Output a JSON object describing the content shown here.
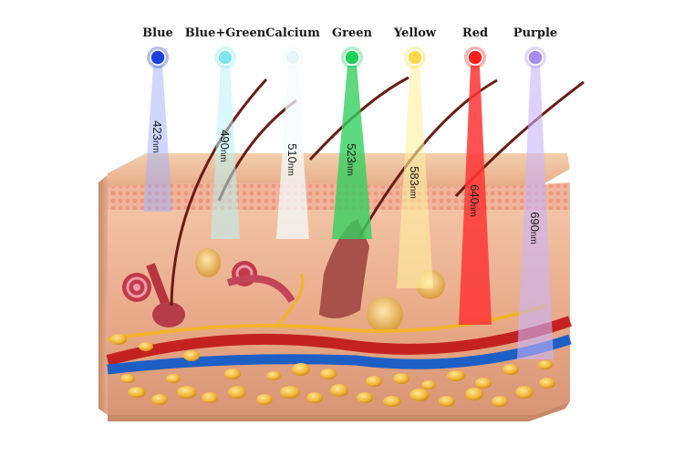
{
  "lights": [
    {
      "name": "Blue",
      "wavelength": "423",
      "unit": "nm",
      "color": "#1d3fe0",
      "beam": "#9fb0ff"
    },
    {
      "name": "Blue+Green",
      "wavelength": "490",
      "unit": "nm",
      "color": "#7fe6ee",
      "beam": "#b8f3f5"
    },
    {
      "name": "Calcium",
      "wavelength": "510",
      "unit": "nm",
      "color": "#eaf6fb",
      "beam": "#f4fbff"
    },
    {
      "name": "Green",
      "wavelength": "523",
      "unit": "nm",
      "color": "#1fd05a",
      "beam": "#35d060"
    },
    {
      "name": "Yellow",
      "wavelength": "583",
      "unit": "nm",
      "color": "#ffd84a",
      "beam": "#fff0a0"
    },
    {
      "name": "Red",
      "wavelength": "640",
      "unit": "nm",
      "color": "#ff1f1f",
      "beam": "#ff3535"
    },
    {
      "name": "Purple",
      "wavelength": "690",
      "unit": "nm",
      "color": "#a98cf2",
      "beam": "#c8b4fb"
    }
  ]
}
